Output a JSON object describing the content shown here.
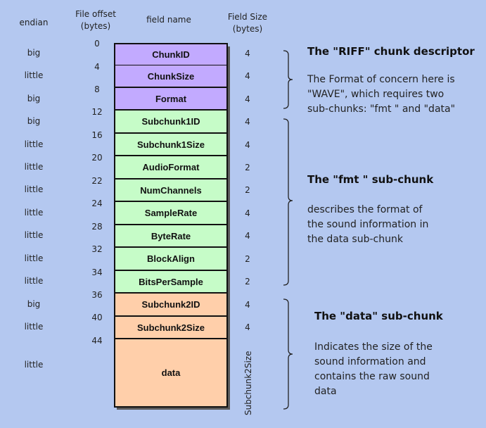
{
  "headers": {
    "endian": "endian",
    "offset_line1": "File offset",
    "offset_line2": "(bytes)",
    "field_name": "field name",
    "size_line1": "Field Size",
    "size_line2": "(bytes)"
  },
  "offsets": [
    "0",
    "4",
    "8",
    "12",
    "16",
    "20",
    "22",
    "24",
    "28",
    "32",
    "34",
    "36",
    "40",
    "44"
  ],
  "fields": [
    {
      "name": "ChunkID",
      "endian": "big",
      "size": "4",
      "group": "riff"
    },
    {
      "name": "ChunkSize",
      "endian": "little",
      "size": "4",
      "group": "riff"
    },
    {
      "name": "Format",
      "endian": "big",
      "size": "4",
      "group": "riff"
    },
    {
      "name": "Subchunk1ID",
      "endian": "big",
      "size": "4",
      "group": "fmt"
    },
    {
      "name": "Subchunk1Size",
      "endian": "little",
      "size": "4",
      "group": "fmt"
    },
    {
      "name": "AudioFormat",
      "endian": "little",
      "size": "2",
      "group": "fmt"
    },
    {
      "name": "NumChannels",
      "endian": "little",
      "size": "2",
      "group": "fmt"
    },
    {
      "name": "SampleRate",
      "endian": "little",
      "size": "4",
      "group": "fmt"
    },
    {
      "name": "ByteRate",
      "endian": "little",
      "size": "4",
      "group": "fmt"
    },
    {
      "name": "BlockAlign",
      "endian": "little",
      "size": "2",
      "group": "fmt"
    },
    {
      "name": "BitsPerSample",
      "endian": "little",
      "size": "2",
      "group": "fmt"
    },
    {
      "name": "Subchunk2ID",
      "endian": "big",
      "size": "4",
      "group": "data"
    },
    {
      "name": "Subchunk2Size",
      "endian": "little",
      "size": "4",
      "group": "data"
    },
    {
      "name": "data",
      "endian": "little",
      "size": "Subchunk2Size",
      "group": "data"
    }
  ],
  "groups": {
    "riff": {
      "title": "The \"RIFF\" chunk descriptor",
      "description": "The Format of concern here is\n\"WAVE\", which requires two\nsub-chunks: \"fmt \" and \"data\""
    },
    "fmt": {
      "title": "The \"fmt \" sub-chunk",
      "description": "describes the format of\nthe sound information in\nthe data sub-chunk"
    },
    "data": {
      "title": "The \"data\" sub-chunk",
      "description": "Indicates the size of the\nsound information and\ncontains the raw sound\ndata"
    }
  },
  "colors": {
    "background": "#b4c8f0",
    "riff": "#c2aaff",
    "fmt": "#c6fcc8",
    "data": "#ffcfaa"
  }
}
